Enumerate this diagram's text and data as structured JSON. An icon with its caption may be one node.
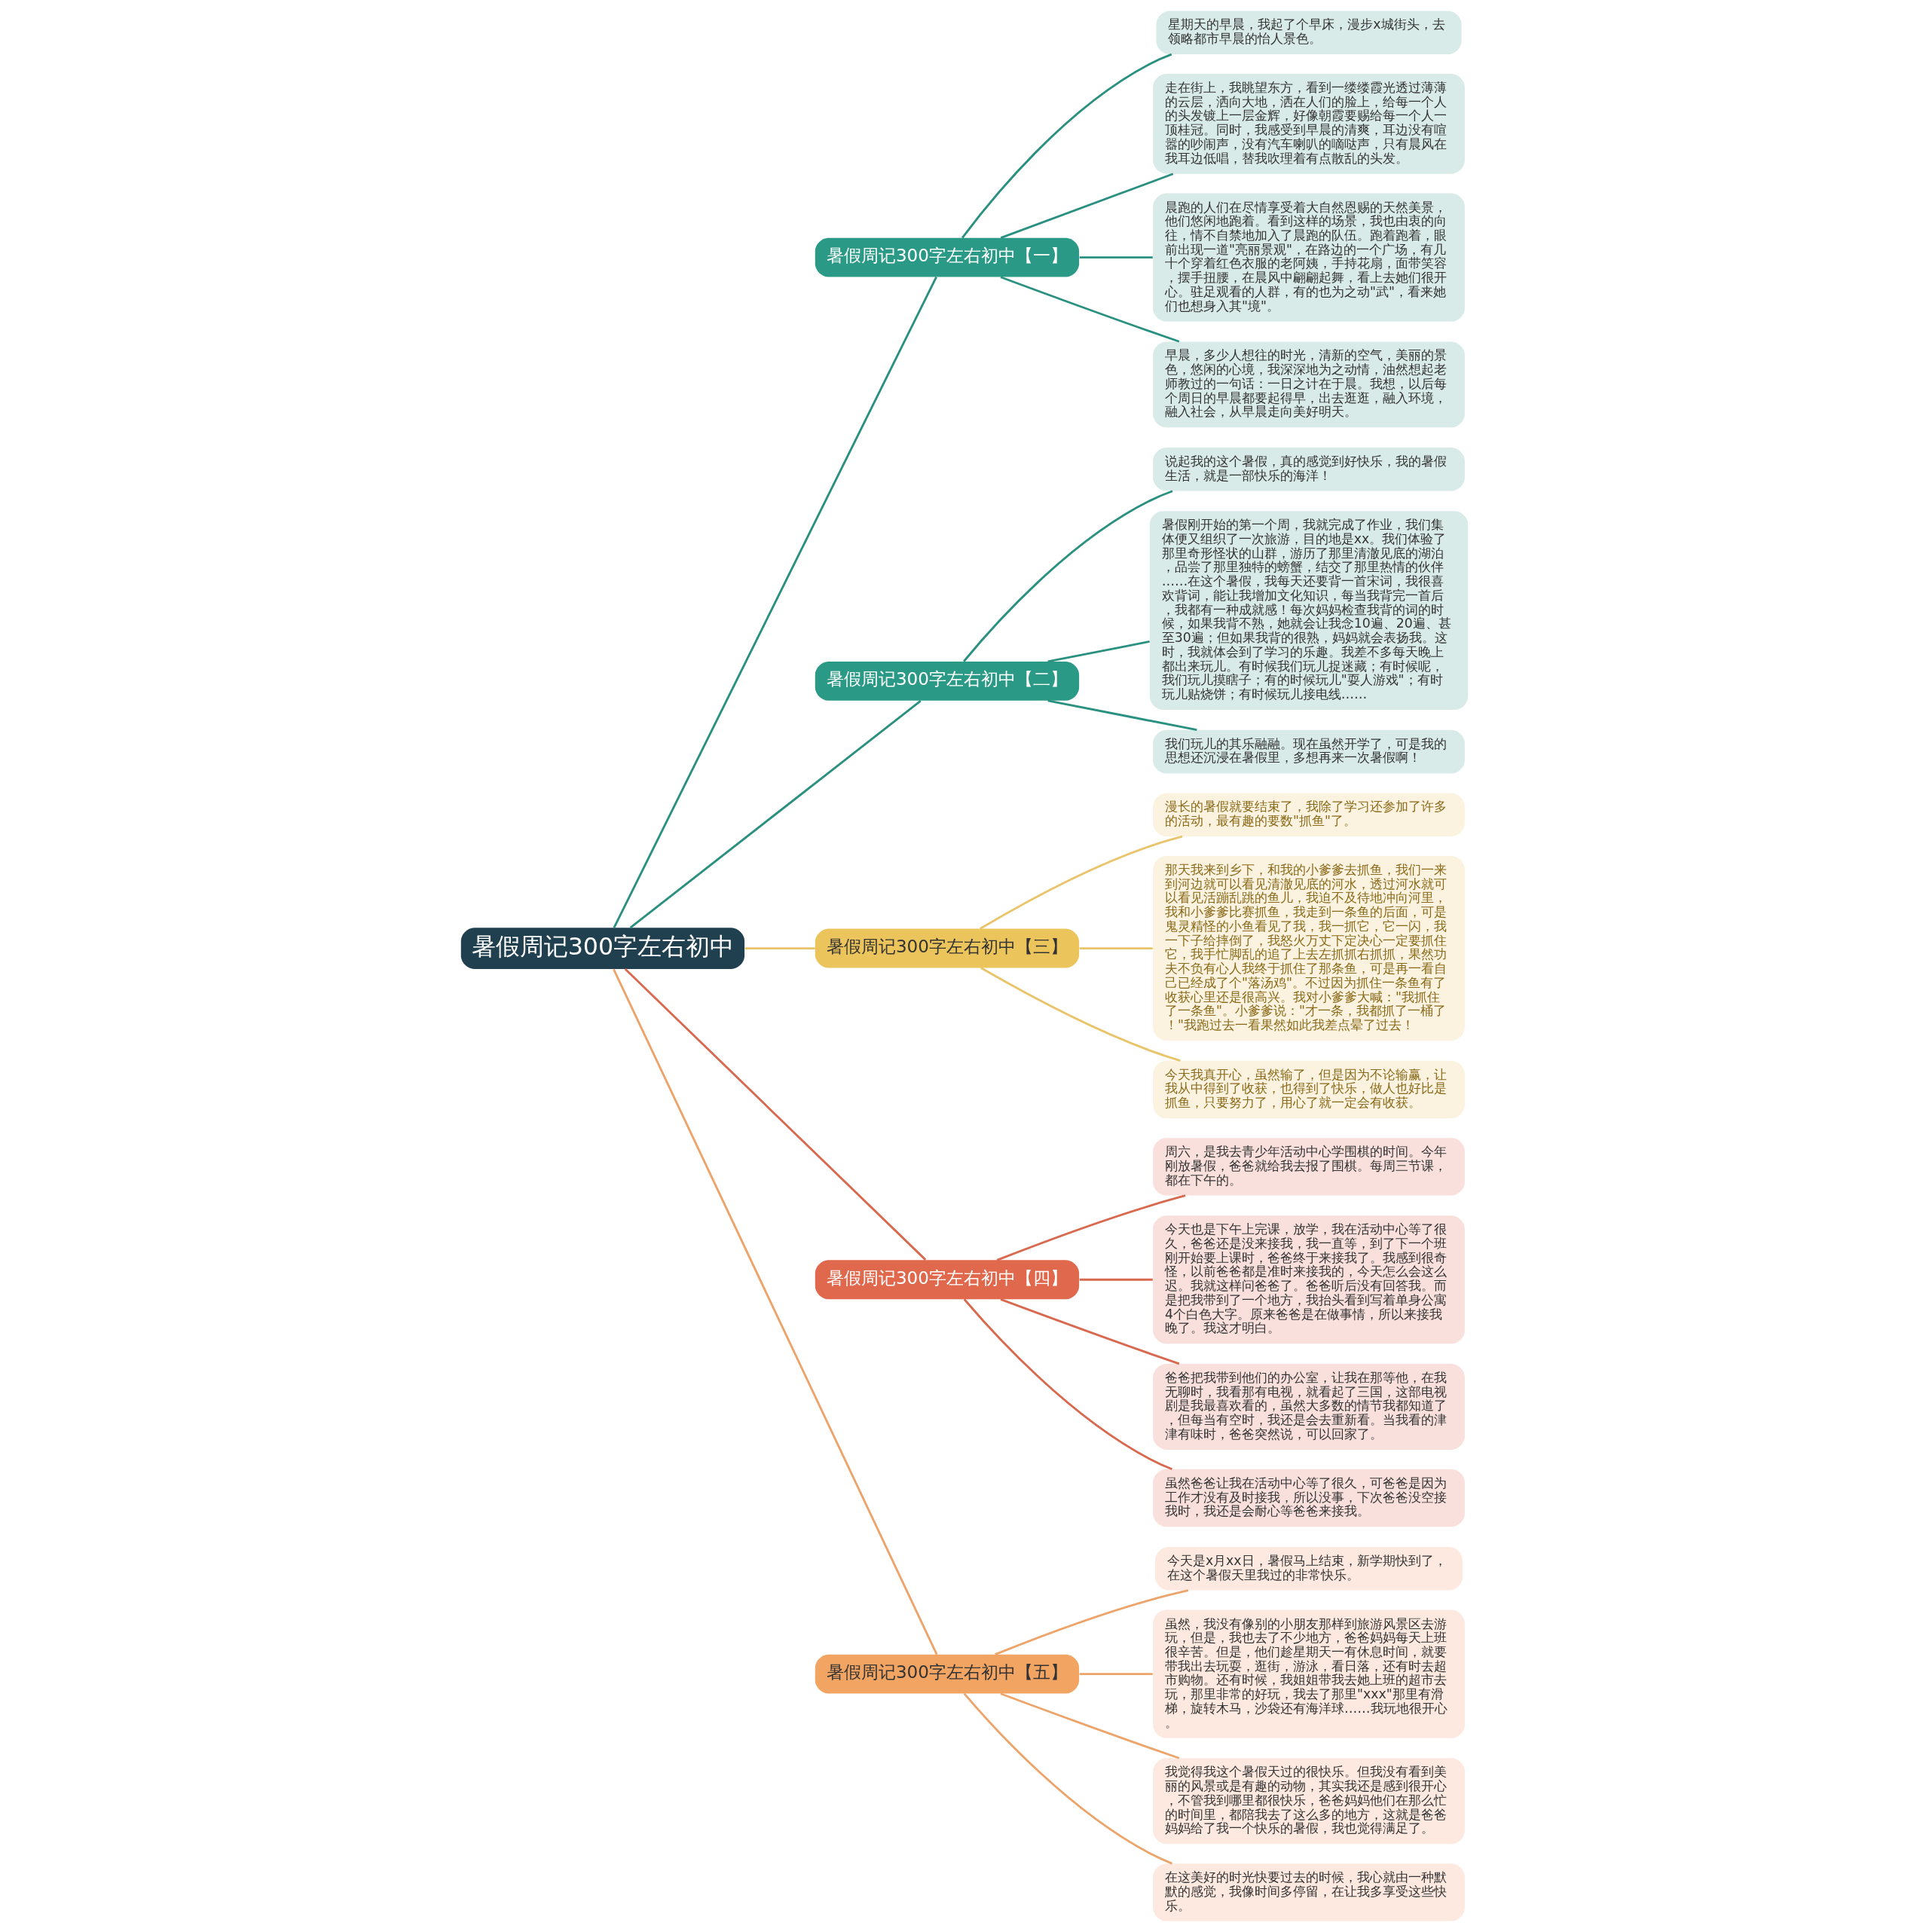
{
  "diagram": {
    "nodes": [
      {
        "text": [
          "暑假周记300字左右初中"
        ]
      },
      {
        "text": [
          "暑假周记300字左右初中【一】"
        ]
      },
      {
        "text": [
          "星期天的早晨，我起了个早床，漫步x城街头，去领略都市早晨的怡人景色。"
        ]
      },
      {
        "text": [
          "走在街上，我眺望东方，看到一缕缕霞光透过薄薄的云层，洒向大地，洒在人们的脸上，给每一个人的头发镀上一层金辉，好像朝霞要赐给每一个人一顶桂冠。同时，我感受到早晨的清爽，耳边没有喧嚣的吵闹声，没有汽车喇叭的嘀哒声，只有晨风在我耳边低唱，替我吹理着有点散乱的头发。"
        ]
      },
      {
        "text": [
          "晨跑的人们在尽情享受着大自然恩赐的天然美景，他们悠闲地跑着。看到这样的场景，我也由衷的向往，情不自禁地加入了晨跑的队伍。跑着跑着，眼前出现一道\"亮丽景观\"，在路边的一个广场，有几十个穿着红色衣服的老阿姨，手持花扇，面带笑容，摆手扭腰，在晨风中翩翩起舞，看上去她们很开心。驻足观看的人群，有的也为之动\"武\"，看来她们也想身入其\"境\"。"
        ]
      },
      {
        "text": [
          "早晨，多少人想往的时光，清新的空气，美丽的景色，悠闲的心境，我深深地为之动情，油然想起老师教过的一句话：一日之计在于晨。我想，以后每个周日的早晨都要起得早，出去逛逛，融入环境，融入社会，从早晨走向美好明天。"
        ]
      },
      {
        "text": [
          "暑假周记300字左右初中【二】"
        ]
      },
      {
        "text": [
          "说起我的这个暑假，真的感觉到好快乐，我的暑假生活，就是一部快乐的海洋！"
        ]
      },
      {
        "text": [
          "暑假刚开始的第一个周，我就完成了作业，我们集体便又组织了一次旅游，目的地是xx。我们体验了那里奇形怪状的山群，游历了那里清澈见底的湖泊，品尝了那里独特的螃蟹，结交了那里热情的伙伴……在这个暑假，我每天还要背一首宋词，我很喜欢背词，能让我增加文化知识，每当我背完一首后，我都有一种成就感！每次妈妈检查我背的词的时候，如果我背不熟，她就会让我念10遍、20遍、甚至30遍；但如果我背的很熟，妈妈就会表扬我。这时，我就体会到了学习的乐趣。我差不多每天晚上都出来玩儿。有时候我们玩儿捉迷藏；有时候呢，我们玩儿摸瞎子；有的时候玩儿\"耍人游戏\"；有时玩儿贴烧饼；有时候玩儿接电线……"
        ]
      },
      {
        "text": [
          "我们玩儿的其乐融融。现在虽然开学了，可是我的思想还沉浸在暑假里，多想再来一次暑假啊！"
        ]
      },
      {
        "text": [
          "暑假周记300字左右初中【三】"
        ]
      },
      {
        "text": [
          "漫长的暑假就要结束了，我除了学习还参加了许多的活动，最有趣的要数\"抓鱼\"了。"
        ]
      },
      {
        "text": [
          "那天我来到乡下，和我的小爹爹去抓鱼，我们一来到河边就可以看见清澈见底的河水，透过河水就可以看见活蹦乱跳的鱼儿，我迫不及待地冲向河里，我和小爹爹比赛抓鱼，我走到一条鱼的后面，可是鬼灵精怪的小鱼看见了我，我一抓它，它一闪，我一下子给摔倒了，我怒火万丈下定决心一定要抓住它，我手忙脚乱的追了上去左抓抓右抓抓，果然功夫不负有心人我终于抓住了那条鱼，可是再一看自己已经成了个\"落汤鸡\"。不过因为抓住一条鱼有了收获心里还是很高兴。我对小爹爹大喊：\"我抓住了一条鱼\"。小爹爹说：\"才一条，我都抓了一桶了！\"我跑过去一看果然如此我差点晕了过去！"
        ]
      },
      {
        "text": [
          "今天我真开心，虽然输了，但是因为不论输赢，让我从中得到了收获，也得到了快乐，做人也好比是抓鱼，只要努力了，用心了就一定会有收获。"
        ]
      },
      {
        "text": [
          "暑假周记300字左右初中【四】"
        ]
      },
      {
        "text": [
          "周六，是我去青少年活动中心学围棋的时间。今年刚放暑假，爸爸就给我去报了围棋。每周三节课，都在下午的。"
        ]
      },
      {
        "text": [
          "今天也是下午上完课，放学，我在活动中心等了很久，爸爸还是没来接我，我一直等，到了下一个班刚开始要上课时，爸爸终于来接我了。我感到很奇怪，以前爸爸都是准时来接我的，今天怎么会这么迟。我就这样问爸爸了。爸爸听后没有回答我。而是把我带到了一个地方，我抬头看到写着单身公寓4个白色大字。原来爸爸是在做事情，所以来接我晚了。我这才明白。"
        ]
      },
      {
        "text": [
          "爸爸把我带到他们的办公室，让我在那等他，在我无聊时，我看那有电视，就看起了三国，这部电视剧是我最喜欢看的，虽然大多数的情节我都知道了，但每当有空时，我还是会去重新看。当我看的津津有味时，爸爸突然说，可以回家了。"
        ]
      },
      {
        "text": [
          "虽然爸爸让我在活动中心等了很久，可爸爸是因为工作才没有及时接我，所以没事，下次爸爸没空接我时，我还是会耐心等爸爸来接我。"
        ]
      },
      {
        "text": [
          "暑假周记300字左右初中【五】"
        ]
      },
      {
        "text": [
          "今天是x月xx日，暑假马上结束，新学期快到了，在这个暑假天里我过的非常快乐。"
        ]
      },
      {
        "text": [
          "虽然，我没有像别的小朋友那样到旅游风景区去游玩，但是，我也去了不少地方，爸爸妈妈每天上班很辛苦。但是，他们趁星期天一有休息时间，就要带我出去玩耍，逛街，游泳，看日落，还有时去超市购物。还有时候，我姐姐带我去她上班的超市去玩，那里非常的好玩，我去了那里\"xxx\"那里有滑梯，旋转木马，沙袋还有海洋球……我玩地很开心。"
        ]
      },
      {
        "text": [
          "我觉得我这个暑假天过的很快乐。但我没有看到美丽的风景或是有趣的动物，其实我还是感到很开心，不管我到哪里都很快乐，爸爸妈妈他们在那么忙的时间里，都陪我去了这么多的地方，这就是爸爸妈妈给了我一个快乐的暑假，我也觉得满足了。"
        ]
      },
      {
        "text": [
          "在这美好的时光快要过去的时候，我心就由一种默默的感觉，我像时间多停留，在让我多享受这些快乐。"
        ]
      }
    ],
    "edges": [
      {
        "from": 0,
        "to": 1,
        "arrow": "none",
        "color": "#2a9080"
      },
      {
        "from": 1,
        "to": 2,
        "arrow": "none",
        "color": "#2a9080"
      },
      {
        "from": 1,
        "to": 3,
        "arrow": "none",
        "color": "#2a9080"
      },
      {
        "from": 1,
        "to": 4,
        "arrow": "none",
        "color": "#2a9080"
      },
      {
        "from": 1,
        "to": 5,
        "arrow": "none",
        "color": "#2a9080"
      },
      {
        "from": 0,
        "to": 6,
        "arrow": "none",
        "color": "#2a9080"
      },
      {
        "from": 6,
        "to": 7,
        "arrow": "none",
        "color": "#2a9080"
      },
      {
        "from": 6,
        "to": 8,
        "arrow": "none",
        "color": "#2a9080"
      },
      {
        "from": 6,
        "to": 9,
        "arrow": "none",
        "color": "#2a9080"
      },
      {
        "from": 0,
        "to": 10,
        "arrow": "none",
        "color": "#e9c46a"
      },
      {
        "from": 10,
        "to": 11,
        "arrow": "none",
        "color": "#e9c46a"
      },
      {
        "from": 10,
        "to": 12,
        "arrow": "none",
        "color": "#e9c46a"
      },
      {
        "from": 10,
        "to": 13,
        "arrow": "none",
        "color": "#e9c46a"
      },
      {
        "from": 0,
        "to": 14,
        "arrow": "none",
        "color": "#d9694e"
      },
      {
        "from": 14,
        "to": 15,
        "arrow": "none",
        "color": "#d9694e"
      },
      {
        "from": 14,
        "to": 16,
        "arrow": "none",
        "color": "#d9694e"
      },
      {
        "from": 14,
        "to": 17,
        "arrow": "none",
        "color": "#d9694e"
      },
      {
        "from": 14,
        "to": 18,
        "arrow": "none",
        "color": "#d9694e"
      },
      {
        "from": 0,
        "to": 19,
        "arrow": "none",
        "color": "#eda46a"
      },
      {
        "from": 19,
        "to": 20,
        "arrow": "none",
        "color": "#eda46a"
      },
      {
        "from": 19,
        "to": 21,
        "arrow": "none",
        "color": "#eda46a"
      },
      {
        "from": 19,
        "to": 22,
        "arrow": "none",
        "color": "#eda46a"
      },
      {
        "from": 19,
        "to": 23,
        "arrow": "none",
        "color": "#eda46a"
      }
    ]
  }
}
